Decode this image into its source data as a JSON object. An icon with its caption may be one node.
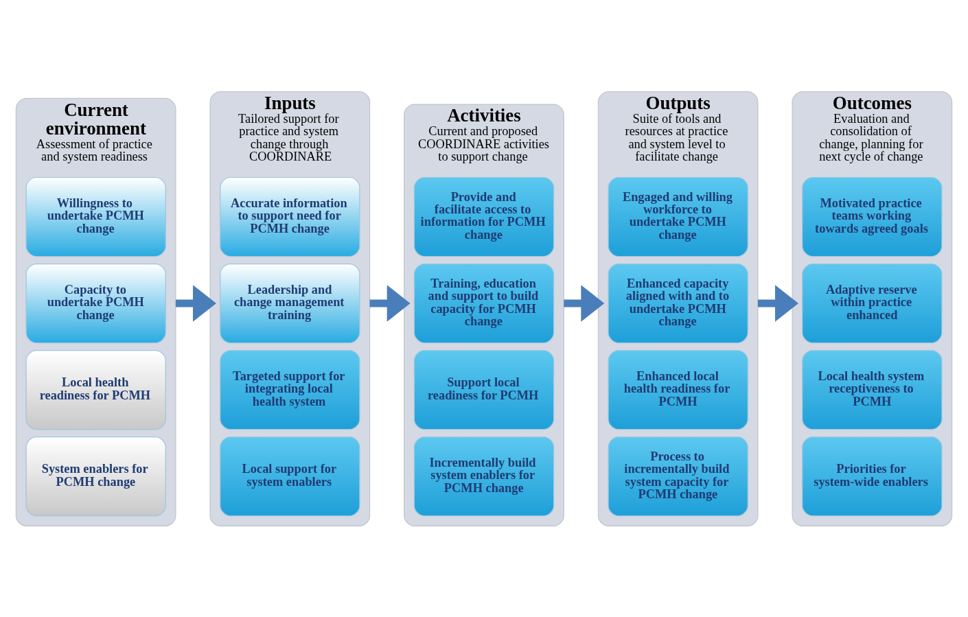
{
  "diagram": {
    "nodes": [
      {
        "text": [
          "Current environment",
          "Assessment of practice and system readiness"
        ]
      },
      {
        "text": [
          "Willingness to undertake PCMH change"
        ],
        "in": 0
      },
      {
        "text": [
          "Capacity to undertake PCMH change"
        ],
        "in": 0
      },
      {
        "text": [
          "Local health readiness for PCMH"
        ],
        "in": 0
      },
      {
        "text": [
          "System enablers for PCMH change"
        ],
        "in": 0
      },
      {
        "text": [
          "Inputs",
          "Tailored support for practice and system change through COORDINARE"
        ]
      },
      {
        "text": [
          "Accurate information to support need for PCMH change"
        ],
        "in": 5
      },
      {
        "text": [
          "Leadership and change management training"
        ],
        "in": 5
      },
      {
        "text": [
          "Targeted support for integrating local health system"
        ],
        "in": 5
      },
      {
        "text": [
          "Local support for system enablers"
        ],
        "in": 5
      },
      {
        "text": [
          "Activities",
          "Current and proposed COORDINARE activities to support change"
        ]
      },
      {
        "text": [
          "Provide and facilitate access to information for PCMH change"
        ],
        "in": 10
      },
      {
        "text": [
          "Training, education and support to build capacity for PCMH change"
        ],
        "in": 10
      },
      {
        "text": [
          "Support local readiness for PCMH"
        ],
        "in": 10
      },
      {
        "text": [
          "Incrementally build system enablers for PCMH change"
        ],
        "in": 10
      },
      {
        "text": [
          "Outputs",
          "Suite of tools and resources at practice and system level to facilitate change"
        ]
      },
      {
        "text": [
          "Engaged and willing workforce to undertake PCMH change"
        ],
        "in": 15
      },
      {
        "text": [
          "Enhanced capacity aligned with and to undertake PCMH change"
        ],
        "in": 15
      },
      {
        "text": [
          "Enhanced local health readiness for PCMH"
        ],
        "in": 15
      },
      {
        "text": [
          "Process to incrementally build system capacity for PCMH change"
        ],
        "in": 15
      },
      {
        "text": [
          "Outcomes",
          "Evaluation and consolidation of change, planning for next cycle of change"
        ]
      },
      {
        "text": [
          "Motivated practice teams working towards agreed goals"
        ],
        "in": 20
      },
      {
        "text": [
          "Adaptive reserve within practice enhanced"
        ],
        "in": 20
      },
      {
        "text": [
          "Local health system receptiveness to PCMH"
        ],
        "in": 20
      },
      {
        "text": [
          "Priorities for system-wide enablers"
        ],
        "in": 20
      }
    ],
    "edges": [
      {
        "from": 0,
        "to": 5,
        "arrow": "to"
      },
      {
        "from": 5,
        "to": 10,
        "arrow": "to"
      },
      {
        "from": 10,
        "to": 15,
        "arrow": "to"
      },
      {
        "from": 15,
        "to": 20,
        "arrow": "to"
      }
    ]
  }
}
